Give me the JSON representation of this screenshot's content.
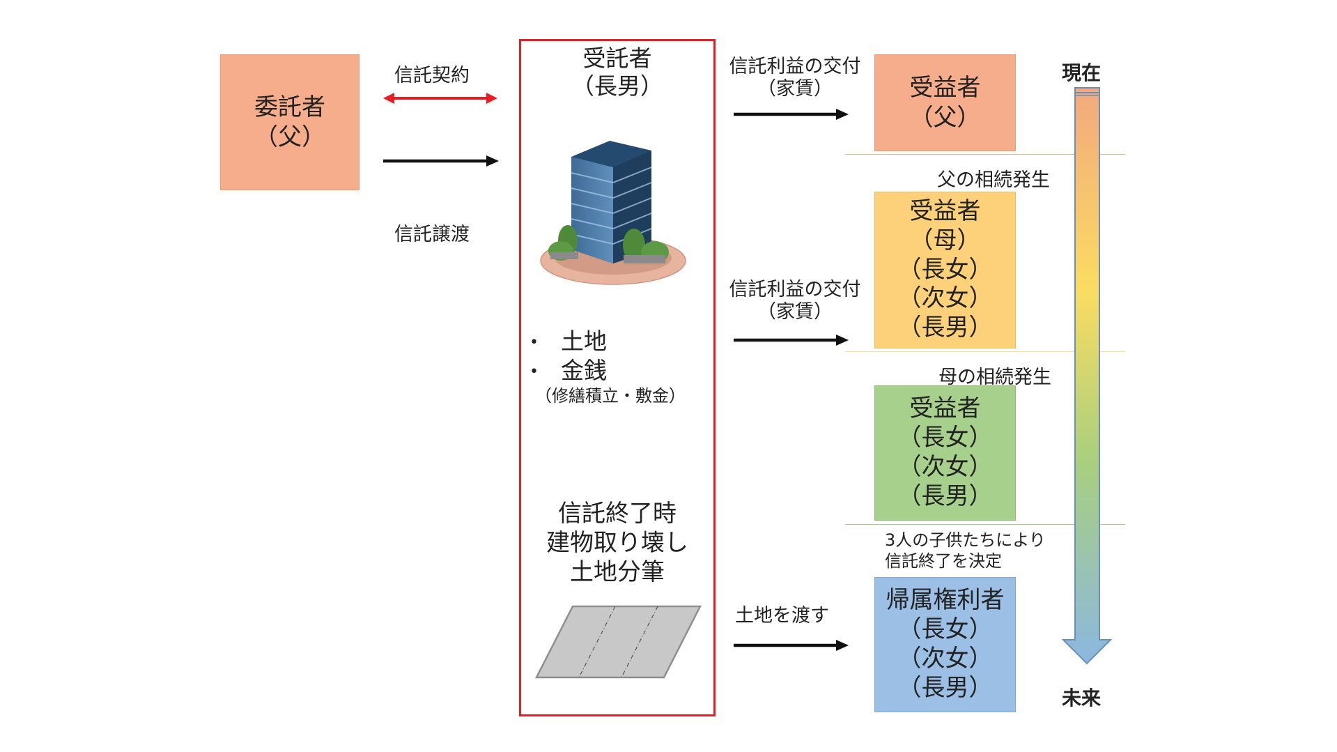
{
  "settlor": {
    "title": "委託者",
    "sub": "（父）",
    "color": "#f5ad8c"
  },
  "trust_contract": "信託契約",
  "trust_transfer": "信託譲渡",
  "trustee": {
    "title": "受託者",
    "sub": "（長男）",
    "border_color": "#e81e23"
  },
  "assets": {
    "item1": "土地",
    "item2": "金銭",
    "note": "（修繕積立・敷金）"
  },
  "end_of_trust": {
    "line1": "信託終了時",
    "line2": "建物取り壊し",
    "line3": "土地分筆"
  },
  "benefit_payment_1": {
    "line1": "信託利益の交付",
    "line2": "（家賃）"
  },
  "benefit_payment_2": {
    "line1": "信託利益の交付",
    "line2": "（家賃）"
  },
  "land_handover": "土地を渡す",
  "beneficiary_1": {
    "title": "受益者",
    "lines": [
      "（父）"
    ],
    "color": "#f5ad8c"
  },
  "event_father": "父の相続発生",
  "beneficiary_2": {
    "title": "受益者",
    "lines": [
      "（母）",
      "（長女）",
      "（次女）",
      "（長男）"
    ],
    "color": "#fdd17a"
  },
  "event_mother": "母の相続発生",
  "beneficiary_3": {
    "title": "受益者",
    "lines": [
      "（長女）",
      "（次女）",
      "（長男）"
    ],
    "color": "#a7d08c"
  },
  "decision": {
    "line1": "3人の子供たちにより",
    "line2": "信託終了を決定"
  },
  "remainder": {
    "title": "帰属権利者",
    "lines": [
      "（長女）",
      "（次女）",
      "（長男）"
    ],
    "color": "#9bbfe5"
  },
  "timeline": {
    "start": "現在",
    "end": "未来"
  }
}
